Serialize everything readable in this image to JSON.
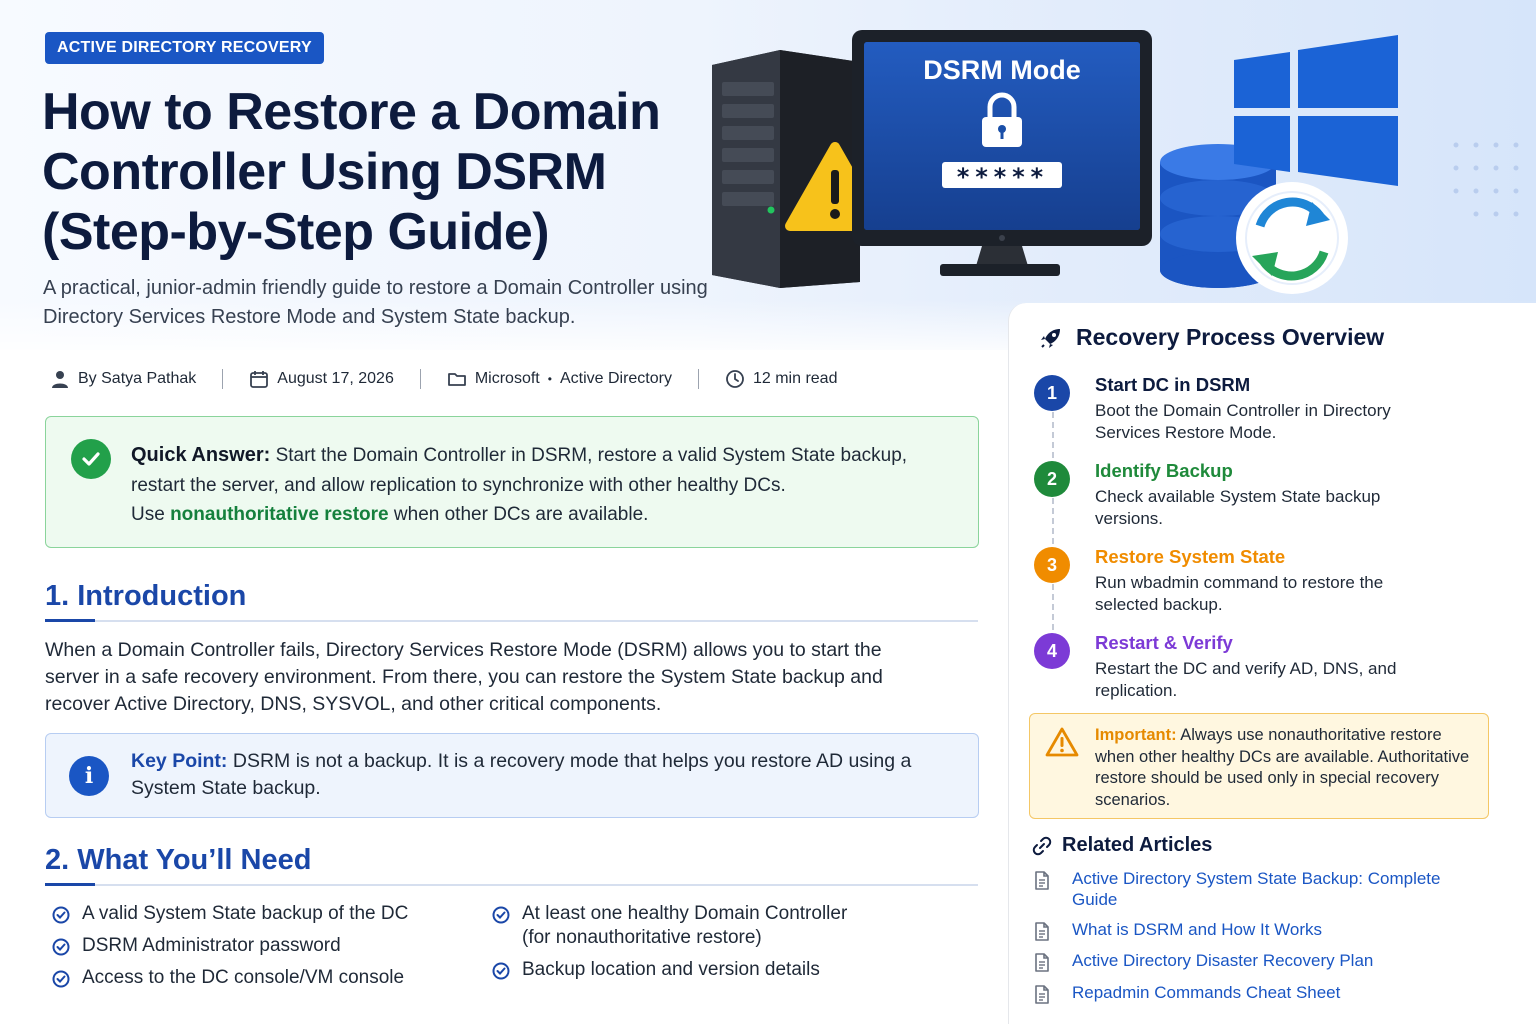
{
  "category_badge": "ACTIVE DIRECTORY RECOVERY",
  "title": "How to Restore a Domain Controller Using DSRM (Step-by-Step Guide)",
  "subtitle": "A practical, junior-admin friendly guide to restore a Domain Controller using Directory Services Restore Mode and System State backup.",
  "meta": {
    "author": "By Satya Pathak",
    "date": "August 17, 2026",
    "category_1": "Microsoft",
    "category_sep": "•",
    "category_2": "Active Directory",
    "read_time": "12 min read",
    "icons": [
      "user-icon",
      "calendar-icon",
      "folder-icon",
      "clock-icon"
    ]
  },
  "hero": {
    "monitor_label": "DSRM Mode",
    "password_mask": "*****"
  },
  "quick_answer": {
    "label": "Quick Answer:",
    "text_1": " Start the Domain Controller in DSRM, restore a valid System State backup, restart the server, and allow replication to synchronize with other healthy DCs.",
    "text_2_prefix": "Use ",
    "text_2_strong": "nonauthoritative restore",
    "text_2_suffix": " when other DCs are available."
  },
  "section_intro": {
    "title": "1. Introduction",
    "body": "When a Domain Controller fails, Directory Services Restore Mode (DSRM) allows you to start the server in a safe recovery environment. From there, you can restore the System State backup and recover Active Directory, DNS, SYSVOL, and other critical components."
  },
  "key_point": {
    "label": "Key Point:",
    "text": " DSRM is not a backup. It is a recovery mode that helps you restore AD using a System State backup."
  },
  "section_need": {
    "title": "2. What You’ll Need",
    "left_items": [
      "A valid System State backup of the DC",
      "DSRM Administrator password",
      "Access to the DC console/VM console"
    ],
    "right_items": [
      "At least one healthy Domain Controller (for nonauthoritative restore)",
      "Backup location and version details"
    ]
  },
  "overview": {
    "title": "Recovery Process Overview",
    "steps": [
      {
        "num": "1",
        "title": "Start DC in DSRM",
        "desc": "Boot the Domain Controller in Directory Services Restore Mode.",
        "color": "#1a47a8"
      },
      {
        "num": "2",
        "title": "Identify Backup",
        "desc": "Check available System State backup versions.",
        "color": "#1f8a3b"
      },
      {
        "num": "3",
        "title": "Restore System State",
        "desc": "Run wbadmin command to restore the selected backup.",
        "color": "#f08c00"
      },
      {
        "num": "4",
        "title": "Restart & Verify",
        "desc": "Restart the DC and verify AD, DNS, and replication.",
        "color": "#7c3ad6"
      }
    ]
  },
  "important": {
    "label": "Important:",
    "text": " Always use nonauthoritative restore when other healthy DCs are available. Authoritative restore should be used only in special recovery scenarios."
  },
  "related": {
    "title": "Related Articles",
    "items": [
      "Active Directory System State Backup: Complete Guide",
      "What is DSRM and How It Works",
      "Active Directory Disaster Recovery Plan",
      "Repadmin Commands Cheat Sheet"
    ]
  },
  "colors": {
    "brand_blue": "#1a56c4",
    "heading_navy": "#0d1b3e",
    "success_green": "#22a04a",
    "warning_amber": "#f4c766"
  }
}
